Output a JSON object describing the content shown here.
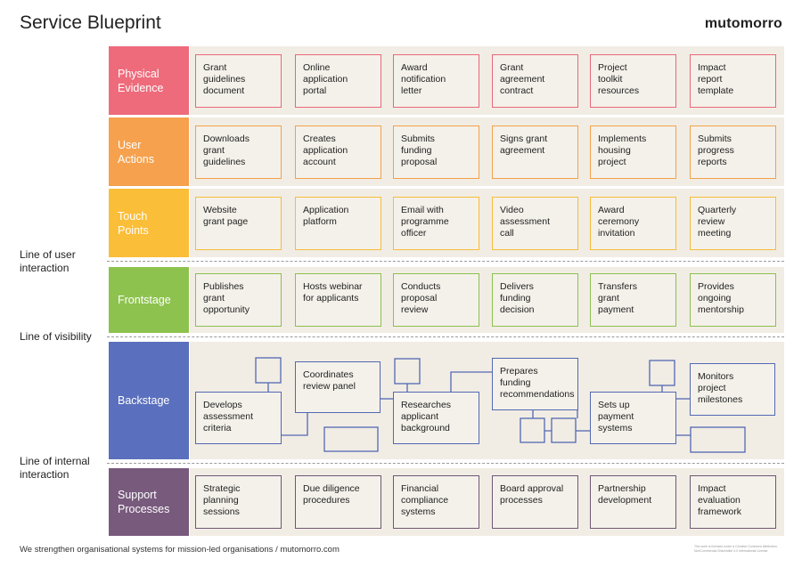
{
  "header": {
    "title": "Service Blueprint",
    "brand": "mutomorro"
  },
  "lanes": {
    "physical": {
      "label": "Physical\nEvidence",
      "color": "#ee6b7c",
      "border": "#e8677a",
      "items": [
        "Grant\nguidelines\ndocument",
        "Online\napplication\nportal",
        "Award\nnotification\nletter",
        "Grant\nagreement\ncontract",
        "Project\ntoolkit\nresources",
        "Impact\nreport\ntemplate"
      ]
    },
    "user": {
      "label": "User\nActions",
      "color": "#f6a14e",
      "border": "#f4a04a",
      "items": [
        "Downloads\ngrant\nguidelines",
        "Creates\napplication\naccount",
        "Submits\nfunding\nproposal",
        "Signs grant\nagreement",
        "Implements\nhousing\nproject",
        "Submits\nprogress\nreports"
      ]
    },
    "touch": {
      "label": "Touch\nPoints",
      "color": "#fbbe38",
      "border": "#f8bc3a",
      "items": [
        "Website\ngrant page",
        "Application\nplatform",
        "Email with\nprogramme\nofficer",
        "Video\nassessment\ncall",
        "Award\nceremony\ninvitation",
        "Quarterly\nreview\nmeeting"
      ]
    },
    "front": {
      "label": "Frontstage",
      "color": "#8dc24e",
      "border": "#8cc04f",
      "items": [
        "Publishes\ngrant\nopportunity",
        "Hosts webinar\nfor applicants",
        "Conducts\nproposal\nreview",
        "Delivers\nfunding\ndecision",
        "Transfers\ngrant\npayment",
        "Provides\nongoing\nmentorship"
      ]
    },
    "back": {
      "label": "Backstage",
      "color": "#5a6fbd",
      "border": "#5368b3",
      "items": [
        "Develops\nassessment\ncriteria",
        "Coordinates\nreview panel",
        "Researches\napplicant\nbackground",
        "Prepares funding\nrecommendations",
        "Sets up\npayment\nsystems",
        "Monitors\nproject\nmilestones"
      ]
    },
    "support": {
      "label": "Support\nProcesses",
      "color": "#785a7d",
      "border": "#6f5676",
      "items": [
        "Strategic\nplanning\nsessions",
        "Due diligence\nprocedures",
        "Financial\ncompliance\nsystems",
        "Board approval\nprocesses",
        "Partnership\ndevelopment",
        "Impact\nevaluation\nframework"
      ]
    }
  },
  "lines": {
    "user_interaction": "Line of user\ninteraction",
    "visibility": "Line of visibility",
    "internal_interaction": "Line of internal\ninteraction"
  },
  "footer": {
    "text": "We strengthen organisational systems for mission-led organisations / mutomorro.com",
    "license": "This work is licensed under a Creative Commons Attribution-NonCommercial-ShareAlike 4.0 International License."
  }
}
